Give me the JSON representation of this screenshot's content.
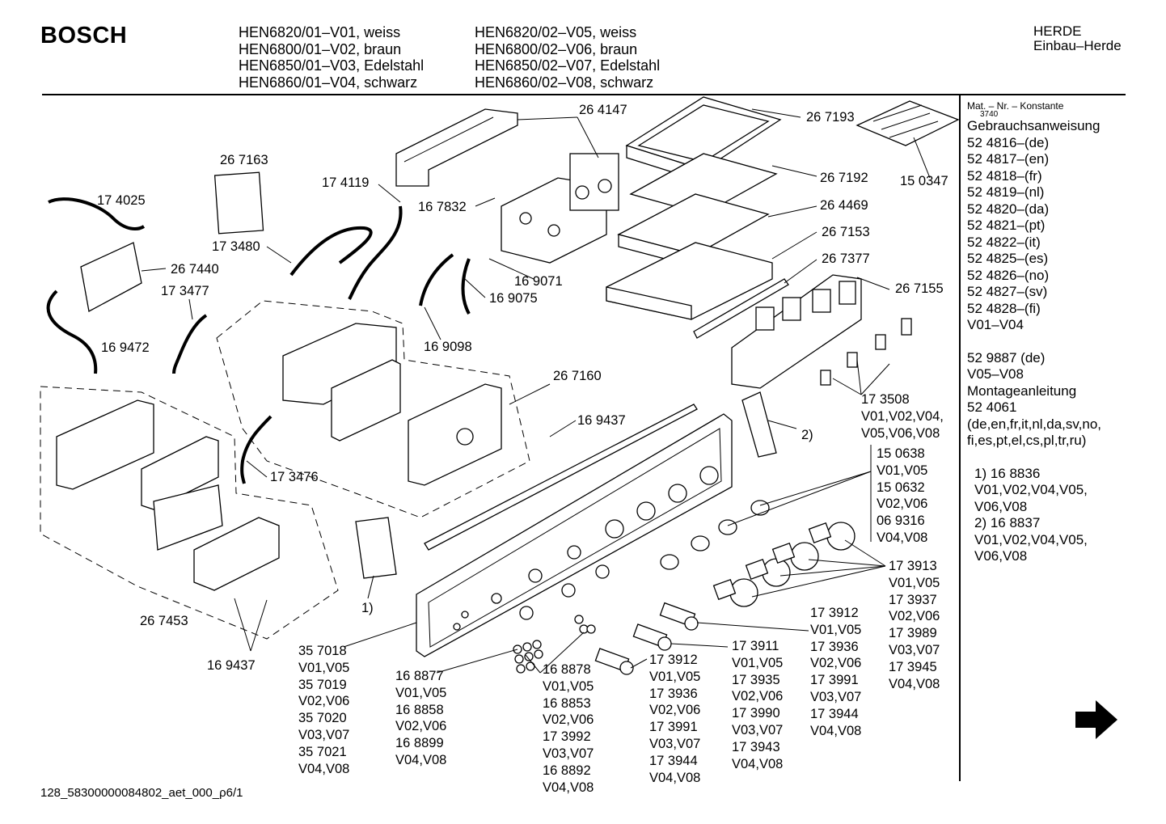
{
  "header": {
    "brand": "BOSCH",
    "models_left": [
      "HEN6820/01–V01, weiss",
      "HEN6800/01–V02, braun",
      "HEN6850/01–V03, Edelstahl",
      "HEN6860/01–V04, schwarz"
    ],
    "models_right": [
      "HEN6820/02–V05, weiss",
      "HEN6800/02–V06, braun",
      "HEN6850/02–V07, Edelstahl",
      "HEN6860/02–V08, schwarz"
    ],
    "category": [
      "HERDE",
      "Einbau–Herde"
    ]
  },
  "sidebar": {
    "heading": "Mat. – Nr. – Konstante",
    "constant": "3740",
    "doc1_title": "Gebrauchsanweisung",
    "doc1_items": [
      "52 4816–(de)",
      "52 4817–(en)",
      "52 4818–(fr)",
      "52 4819–(nl)",
      "52 4820–(da)",
      "52 4821–(pt)",
      "52 4822–(it)",
      "52 4825–(es)",
      "52 4826–(no)",
      "52 4827–(sv)",
      "52 4828–(fi)",
      "V01–V04"
    ],
    "doc2_items": [
      "52 9887 (de)",
      "V05–V08"
    ],
    "doc3_title": "Montageanleitung",
    "doc3_items": [
      "52 4061",
      "(de,en,fr,it,nl,da,sv,no,",
      "fi,es,pt,el,cs,pl,tr,ru)"
    ],
    "notes": [
      "1) 16 8836",
      "V01,V02,V04,V05,",
      "V06,V08",
      "2) 16 8837",
      "V01,V02,V04,V05,",
      "V06,V08"
    ]
  },
  "labels": {
    "l264147": [
      "26 4147"
    ],
    "l267193": [
      "26 7193"
    ],
    "l150347": [
      "15 0347"
    ],
    "l267192": [
      "26 7192"
    ],
    "l264469": [
      "26 4469"
    ],
    "l267153": [
      "26 7153"
    ],
    "l267377": [
      "26 7377"
    ],
    "l267155": [
      "26 7155"
    ],
    "l267163": [
      "26 7163"
    ],
    "l174119": [
      "17 4119"
    ],
    "l174025": [
      "17 4025"
    ],
    "l167832": [
      "16 7832"
    ],
    "l173480": [
      "17 3480"
    ],
    "l267440": [
      "26 7440"
    ],
    "l173477": [
      "17 3477"
    ],
    "l169071": [
      "16 9071"
    ],
    "l169075": [
      "16 9075"
    ],
    "l169472": [
      "16 9472"
    ],
    "l169098": [
      "16 9098"
    ],
    "l267160": [
      "26 7160"
    ],
    "l169437a": [
      "16 9437"
    ],
    "l173476": [
      "17 3476"
    ],
    "l173508": [
      "17 3508",
      "V01,V02,V04,",
      "V05,V06,V08"
    ],
    "lnote2": [
      "2)"
    ],
    "lgroup150638": [
      "15 0638",
      "V01,V05",
      "15 0632",
      "V02,V06",
      "06 9316",
      "V04,V08"
    ],
    "l173913": [
      "17 3913",
      "V01,V05",
      "17 3937",
      "V02,V06",
      "17 3989",
      "V03,V07",
      "17 3945",
      "V04,V08"
    ],
    "l173912b": [
      "17 3912",
      "V01,V05",
      "17 3936",
      "V02,V06",
      "17 3991",
      "V03,V07",
      "17 3944",
      "V04,V08"
    ],
    "l173911": [
      "17 3911",
      "V01,V05",
      "17 3935",
      "V02,V06",
      "17 3990",
      "V03,V07",
      "17 3943",
      "V04,V08"
    ],
    "l173912a": [
      "17 3912",
      "V01,V05",
      "17 3936",
      "V02,V06",
      "17 3991",
      "V03,V07",
      "17 3944",
      "V04,V08"
    ],
    "l168878": [
      "16 8878",
      "V01,V05",
      "16 8853",
      "V02,V06",
      "17 3992",
      "V03,V07",
      "16 8892",
      "V04,V08"
    ],
    "l168877": [
      "16 8877",
      "V01,V05",
      "16 8858",
      "V02,V06",
      "16 8899",
      "V04,V08"
    ],
    "l357018": [
      "35 7018",
      "V01,V05",
      "35 7019",
      "V02,V06",
      "35 7020",
      "V03,V07",
      "35 7021",
      "V04,V08"
    ],
    "lnote1": [
      "1)"
    ],
    "l267453": [
      "26 7453"
    ],
    "l169437b": [
      "16 9437"
    ]
  },
  "footer": {
    "code": "128_58300000084802_aet_000_ρ6/1"
  }
}
